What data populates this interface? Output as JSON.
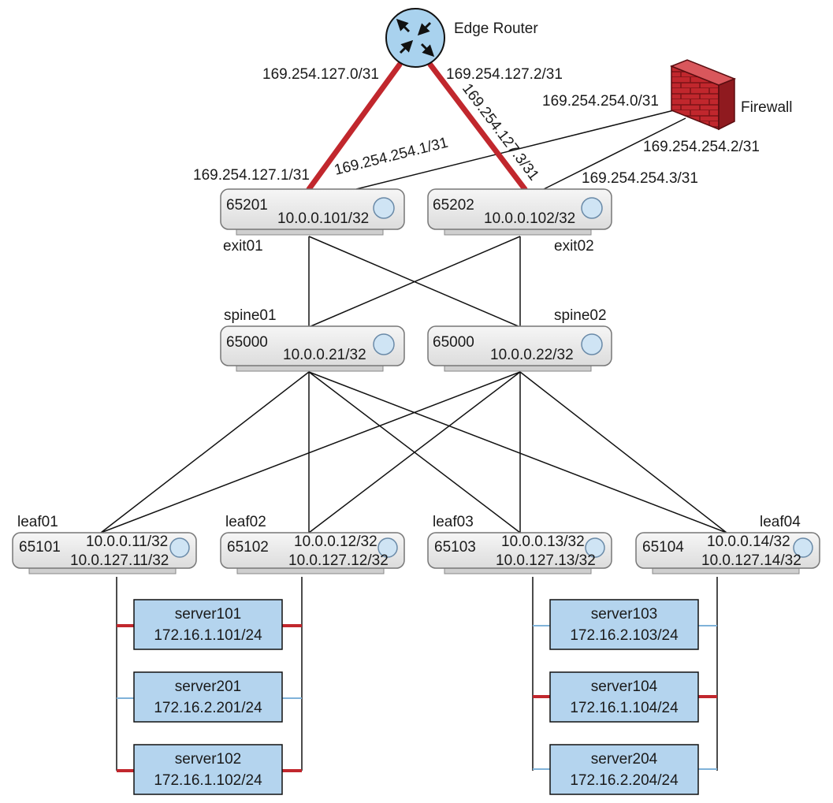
{
  "colors": {
    "uplink": "#c1272d",
    "link": "#111111",
    "server_link_blue": "#7fb2d9",
    "server_fill": "#b4d4ee",
    "router_fill": "#a9d2ee",
    "switch_fill": "#ececec",
    "firewall_brick": "#c1272d"
  },
  "edge_router": {
    "label": "Edge Router"
  },
  "firewall": {
    "label": "Firewall"
  },
  "links": {
    "er_exit01_er_side": "169.254.127.0/31",
    "er_exit01_exit_side": "169.254.127.1/31",
    "er_exit02_er_side": "169.254.127.2/31",
    "er_exit02_exit_side": "169.254.127.3/31",
    "fw_exit01_fw_side": "169.254.254.0/31",
    "fw_exit01_exit_side": "169.254.254.1/31",
    "fw_exit02_fw_side": "169.254.254.2/31",
    "fw_exit02_exit_side": "169.254.254.3/31"
  },
  "exits": [
    {
      "name": "exit01",
      "asn": "65201",
      "ip": "10.0.0.101/32"
    },
    {
      "name": "exit02",
      "asn": "65202",
      "ip": "10.0.0.102/32"
    }
  ],
  "spines": [
    {
      "name": "spine01",
      "asn": "65000",
      "ip": "10.0.0.21/32"
    },
    {
      "name": "spine02",
      "asn": "65000",
      "ip": "10.0.0.22/32"
    }
  ],
  "leaves": [
    {
      "name": "leaf01",
      "asn": "65101",
      "ip1": "10.0.0.11/32",
      "ip2": "10.0.127.11/32"
    },
    {
      "name": "leaf02",
      "asn": "65102",
      "ip1": "10.0.0.12/32",
      "ip2": "10.0.127.12/32"
    },
    {
      "name": "leaf03",
      "asn": "65103",
      "ip1": "10.0.0.13/32",
      "ip2": "10.0.127.13/32"
    },
    {
      "name": "leaf04",
      "asn": "65104",
      "ip1": "10.0.0.14/32",
      "ip2": "10.0.127.14/32"
    }
  ],
  "servers": [
    {
      "name": "server101",
      "ip": "172.16.1.101/24"
    },
    {
      "name": "server201",
      "ip": "172.16.2.201/24"
    },
    {
      "name": "server102",
      "ip": "172.16.1.102/24"
    },
    {
      "name": "server103",
      "ip": "172.16.2.103/24"
    },
    {
      "name": "server104",
      "ip": "172.16.1.104/24"
    },
    {
      "name": "server204",
      "ip": "172.16.2.204/24"
    }
  ]
}
